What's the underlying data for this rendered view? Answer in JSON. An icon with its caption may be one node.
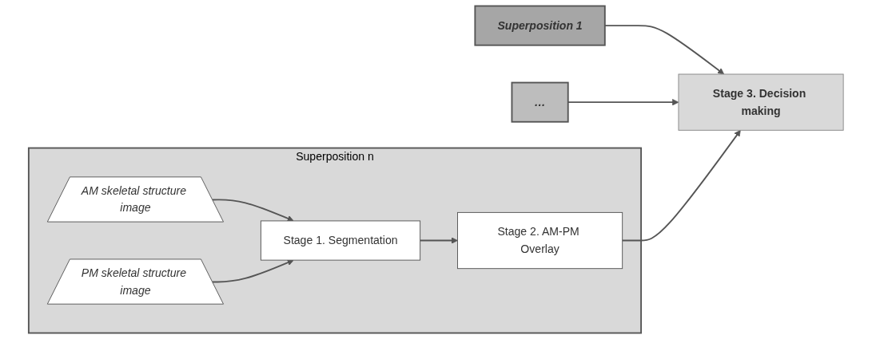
{
  "diagram": {
    "nodes": [
      {
        "text": [
          "Superposition 1"
        ]
      },
      {
        "text": [
          "…"
        ]
      },
      {
        "text": [
          "Superposition n"
        ]
      },
      {
        "text": [
          "AM skeletal structure image"
        ],
        "in": 2
      },
      {
        "text": [
          "PM skeletal structure image"
        ],
        "in": 2
      },
      {
        "text": [
          "Stage 1. Segmentation"
        ],
        "in": 2
      },
      {
        "text": [
          "Stage 2. AM-PM Overlay"
        ],
        "in": 2
      },
      {
        "text": [
          "Stage 3. Decision making"
        ]
      }
    ],
    "edges": [
      {
        "from": 3,
        "to": 5,
        "arrow": "to"
      },
      {
        "from": 4,
        "to": 5,
        "arrow": "to"
      },
      {
        "from": 5,
        "to": 6,
        "arrow": "to"
      },
      {
        "from": 0,
        "to": 7,
        "arrow": "to"
      },
      {
        "from": 1,
        "to": 7,
        "arrow": "to"
      },
      {
        "from": 6,
        "to": 7,
        "arrow": "to"
      }
    ]
  }
}
